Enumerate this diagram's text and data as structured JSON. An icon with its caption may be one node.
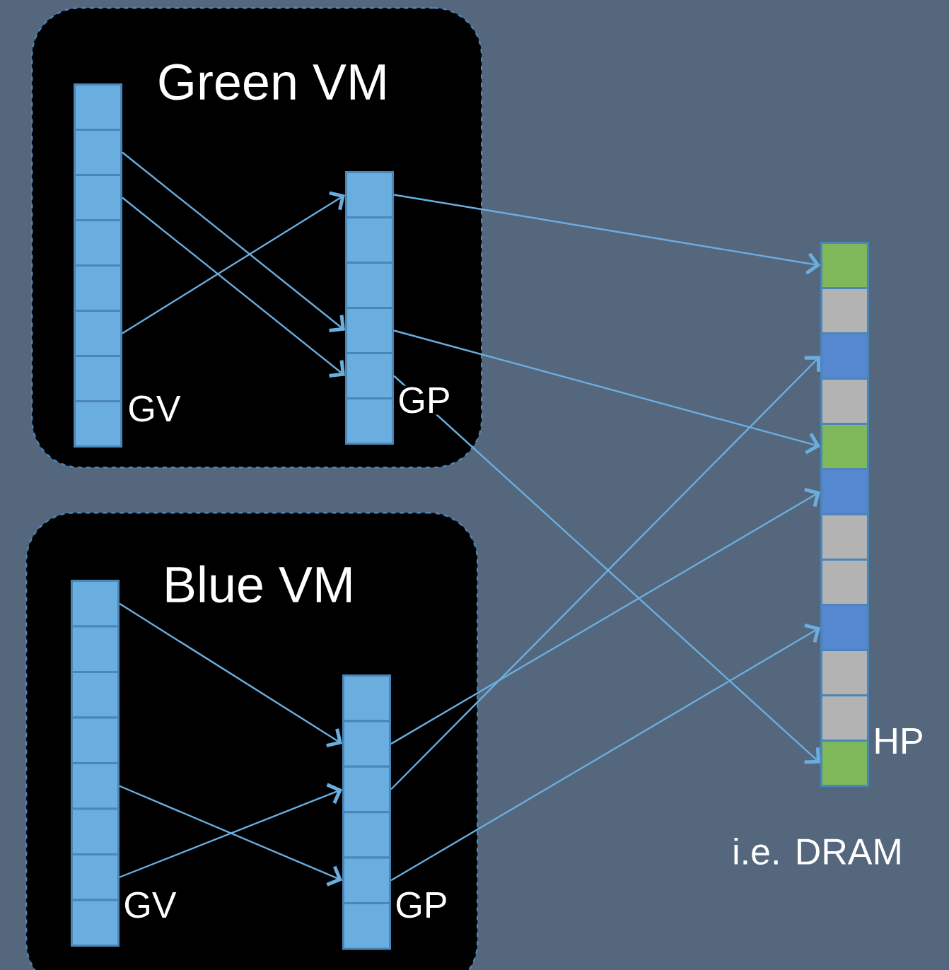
{
  "diagram": {
    "nodes": [
      {
        "text": [
          "Green VM"
        ]
      },
      {
        "text": [],
        "shape": "box",
        "in": 0
      },
      {
        "text": [],
        "shape": "box",
        "in": 0
      },
      {
        "text": [],
        "shape": "box",
        "in": 0
      },
      {
        "text": [],
        "shape": "box",
        "in": 0
      },
      {
        "text": [],
        "shape": "box",
        "in": 0
      },
      {
        "text": [],
        "shape": "box",
        "in": 0
      },
      {
        "text": [],
        "shape": "box",
        "in": 0
      },
      {
        "text": [],
        "shape": "box",
        "in": 0
      },
      {
        "text": [],
        "shape": "box",
        "in": 0
      },
      {
        "text": [],
        "shape": "box",
        "in": 0
      },
      {
        "text": [],
        "shape": "box",
        "in": 0
      },
      {
        "text": [],
        "shape": "box",
        "in": 0
      },
      {
        "text": [],
        "shape": "box",
        "in": 0
      },
      {
        "text": [],
        "shape": "box",
        "in": 0
      },
      {
        "text": [
          "Blue VM"
        ]
      },
      {
        "text": [],
        "shape": "box",
        "in": 15
      },
      {
        "text": [],
        "shape": "box",
        "in": 15
      },
      {
        "text": [],
        "shape": "box",
        "in": 15
      },
      {
        "text": [],
        "shape": "box",
        "in": 15
      },
      {
        "text": [],
        "shape": "box",
        "in": 15
      },
      {
        "text": [],
        "shape": "box",
        "in": 15
      },
      {
        "text": [],
        "shape": "box",
        "in": 15
      },
      {
        "text": [],
        "shape": "box",
        "in": 15
      },
      {
        "text": [],
        "shape": "box",
        "in": 15
      },
      {
        "text": [],
        "shape": "box",
        "in": 15
      },
      {
        "text": [],
        "shape": "box",
        "in": 15
      },
      {
        "text": [],
        "shape": "box",
        "in": 15
      },
      {
        "text": [],
        "shape": "box",
        "in": 15
      },
      {
        "text": [],
        "shape": "box",
        "in": 15
      },
      {
        "text": [],
        "shape": "box"
      },
      {
        "text": [],
        "shape": "box"
      },
      {
        "text": [],
        "shape": "box"
      },
      {
        "text": [],
        "shape": "box"
      },
      {
        "text": [],
        "shape": "box"
      },
      {
        "text": [],
        "shape": "box"
      },
      {
        "text": [],
        "shape": "box"
      },
      {
        "text": [],
        "shape": "box"
      },
      {
        "text": [],
        "shape": "box"
      },
      {
        "text": [],
        "shape": "box"
      },
      {
        "text": [],
        "shape": "box"
      },
      {
        "text": [],
        "shape": "box"
      }
    ],
    "edges": [
      {
        "from": 2,
        "to": 12,
        "arrow": "to"
      },
      {
        "from": 3,
        "to": 13,
        "arrow": "to"
      },
      {
        "from": 6,
        "to": 9,
        "arrow": "to"
      },
      {
        "from": 9,
        "to": 30,
        "arrow": "to"
      },
      {
        "from": 12,
        "to": 34,
        "arrow": "to"
      },
      {
        "from": 13,
        "to": 41,
        "arrow": "to"
      },
      {
        "from": 16,
        "to": 25,
        "arrow": "to"
      },
      {
        "from": 20,
        "to": 28,
        "arrow": "to"
      },
      {
        "from": 22,
        "to": 26,
        "arrow": "to"
      },
      {
        "from": 25,
        "to": 35,
        "arrow": "to"
      },
      {
        "from": 26,
        "to": 32,
        "arrow": "to"
      },
      {
        "from": 28,
        "to": 38,
        "arrow": "to"
      }
    ],
    "labels": [
      "GV",
      "GP",
      "GV",
      "GP",
      "HP",
      "i.e. DRAM"
    ]
  }
}
